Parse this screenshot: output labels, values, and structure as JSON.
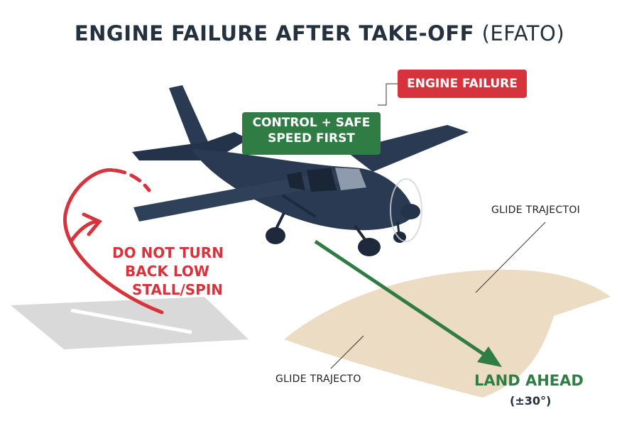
{
  "title": {
    "main": "ENGINE FAILURE AFTER TAKE-OFF",
    "paren": "(EFATO)"
  },
  "callouts": {
    "engine_failure": "ENGINE FAILURE",
    "control_line1": "CONTROL + SAFE",
    "control_line2": "SPEED FIRST"
  },
  "warning": {
    "line1": "DO NOT TURN",
    "line2": "BACK LOW",
    "line3": "STALL/SPIN"
  },
  "glide_labels": {
    "upper": "GLIDE TRAJECTOI",
    "lower": "GLIDE TRAJECTO"
  },
  "land_ahead": {
    "label": "LAND AHEAD",
    "angle": "(±30°)"
  },
  "colors": {
    "red": "#d7333c",
    "green": "#2f7d45",
    "aircraft": "#2a3a52",
    "sand": "#ecdcc4",
    "runway": "#d7d7d7"
  }
}
